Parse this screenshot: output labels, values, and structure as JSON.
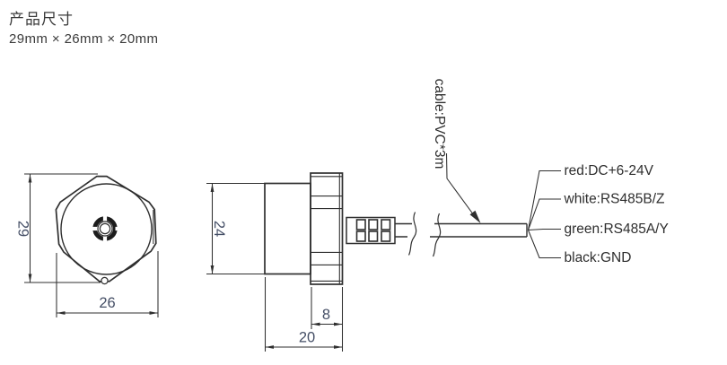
{
  "header": {
    "title": "产品尺寸",
    "dimensions_line": "29mm × 26mm × 20mm"
  },
  "front_view": {
    "dim_height": "29",
    "dim_width": "26"
  },
  "side_view": {
    "dim_body_height": "24",
    "dim_flange_width": "8",
    "dim_total_width": "20"
  },
  "cable": {
    "label": "cable:PVC*3m"
  },
  "wires": [
    {
      "label": "red:DC+6-24V"
    },
    {
      "label": "white:RS485B/Z"
    },
    {
      "label": "green:RS485A/Y"
    },
    {
      "label": "black:GND"
    }
  ],
  "colors": {
    "line": "#2f2f2f",
    "text": "#3a3a3a",
    "label": "#2e2e2e",
    "dim": "#454f66"
  }
}
